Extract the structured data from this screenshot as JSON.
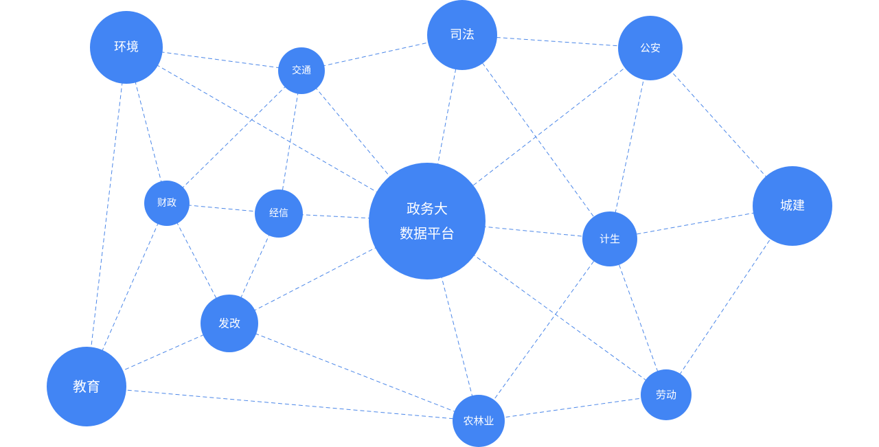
{
  "nodes": [
    {
      "id": "env",
      "lines": [
        "环境"
      ]
    },
    {
      "id": "traffic",
      "lines": [
        "交通"
      ]
    },
    {
      "id": "justice",
      "lines": [
        "司法"
      ]
    },
    {
      "id": "police",
      "lines": [
        "公安"
      ]
    },
    {
      "id": "finance",
      "lines": [
        "财政"
      ]
    },
    {
      "id": "econinfo",
      "lines": [
        "经信"
      ]
    },
    {
      "id": "center",
      "lines": [
        "政务大",
        "数据平台"
      ]
    },
    {
      "id": "family",
      "lines": [
        "计生"
      ]
    },
    {
      "id": "urban",
      "lines": [
        "城建"
      ]
    },
    {
      "id": "devreform",
      "lines": [
        "发改"
      ]
    },
    {
      "id": "education",
      "lines": [
        "教育"
      ]
    },
    {
      "id": "agri",
      "lines": [
        "农林业"
      ]
    },
    {
      "id": "labor",
      "lines": [
        "劳动"
      ]
    }
  ],
  "edges": [
    [
      "env",
      "traffic"
    ],
    [
      "env",
      "center"
    ],
    [
      "env",
      "finance"
    ],
    [
      "env",
      "education"
    ],
    [
      "traffic",
      "justice"
    ],
    [
      "traffic",
      "finance"
    ],
    [
      "traffic",
      "econinfo"
    ],
    [
      "traffic",
      "center"
    ],
    [
      "justice",
      "police"
    ],
    [
      "justice",
      "center"
    ],
    [
      "justice",
      "family"
    ],
    [
      "police",
      "center"
    ],
    [
      "police",
      "family"
    ],
    [
      "police",
      "urban"
    ],
    [
      "finance",
      "econinfo"
    ],
    [
      "finance",
      "devreform"
    ],
    [
      "finance",
      "education"
    ],
    [
      "econinfo",
      "center"
    ],
    [
      "econinfo",
      "devreform"
    ],
    [
      "center",
      "family"
    ],
    [
      "center",
      "devreform"
    ],
    [
      "center",
      "agri"
    ],
    [
      "center",
      "labor"
    ],
    [
      "family",
      "urban"
    ],
    [
      "family",
      "agri"
    ],
    [
      "family",
      "labor"
    ],
    [
      "urban",
      "labor"
    ],
    [
      "devreform",
      "education"
    ],
    [
      "devreform",
      "agri"
    ],
    [
      "education",
      "agri"
    ],
    [
      "agri",
      "labor"
    ]
  ],
  "colors": {
    "node": "#4285f4",
    "edge": "#4a86e8",
    "label": "#ffffff"
  }
}
